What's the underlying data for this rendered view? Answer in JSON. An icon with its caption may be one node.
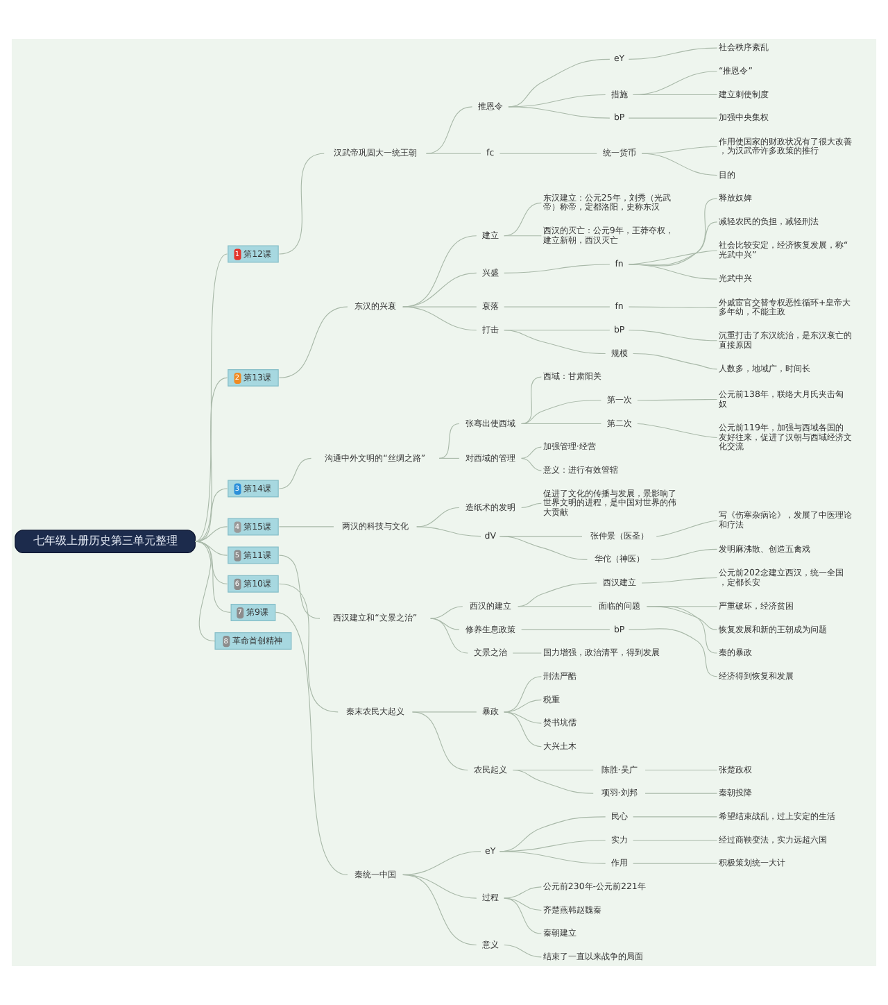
{
  "diagram": {
    "nodes": [
      {
        "text": [
          "七年级上册历史第三单元整理"
        ]
      },
      {
        "text": [
          "1",
          "第12课"
        ]
      },
      {
        "text": [
          "汉武帝巩固大一统王朝"
        ]
      },
      {
        "text": [
          "推恩令"
        ]
      },
      {
        "text": [
          "eY"
        ]
      },
      {
        "text": [
          "社会秩序紊乱"
        ]
      },
      {
        "text": [
          "措施"
        ]
      },
      {
        "text": [
          "“推恩令”"
        ]
      },
      {
        "text": [
          "建立刺使制度"
        ]
      },
      {
        "text": [
          "bP"
        ]
      },
      {
        "text": [
          "加强中央集权"
        ]
      },
      {
        "text": [
          "fc"
        ]
      },
      {
        "text": [
          "统一货币"
        ]
      },
      {
        "text": [
          "作用使国家的财政状况有了很大改善，为汉武帝许多政策的推行"
        ]
      },
      {
        "text": [
          "目的"
        ]
      },
      {
        "text": [
          "2",
          "第13课"
        ]
      },
      {
        "text": [
          "东汉的兴衰"
        ]
      },
      {
        "text": [
          "建立"
        ]
      },
      {
        "text": [
          "东汉建立：公元25年，刘秀（光武帝）称帝，定都洛阳，史称东汉"
        ]
      },
      {
        "text": [
          "西汉的灭亡：公元9年，王莽夺权，建立新朝，西汉灭亡"
        ]
      },
      {
        "text": [
          "兴盛"
        ]
      },
      {
        "text": [
          "fn"
        ]
      },
      {
        "text": [
          "释放奴婢"
        ]
      },
      {
        "text": [
          "减轻农民的负担，减轻刑法"
        ]
      },
      {
        "text": [
          "社会比较安定，经济恢复发展，称“光武中兴”"
        ]
      },
      {
        "text": [
          "光武中兴"
        ]
      },
      {
        "text": [
          "衰落"
        ]
      },
      {
        "text": [
          "fn"
        ]
      },
      {
        "text": [
          "外戚宦官交替专权恶性循环+皇帝大多年幼，不能主政"
        ]
      },
      {
        "text": [
          "打击"
        ]
      },
      {
        "text": [
          "bP"
        ]
      },
      {
        "text": [
          "沉重打击了东汉统治，是东汉衰亡的直接原因"
        ]
      },
      {
        "text": [
          "规模"
        ]
      },
      {
        "text": [
          "人数多，地域广，时间长"
        ]
      },
      {
        "text": [
          "3",
          "第14课"
        ]
      },
      {
        "text": [
          "沟通中外文明的“丝绸之路”"
        ]
      },
      {
        "text": [
          "张骞出使西域"
        ]
      },
      {
        "text": [
          "西域：甘肃阳关"
        ]
      },
      {
        "text": [
          "第一次"
        ]
      },
      {
        "text": [
          "公元前138年，联络大月氏夹击匈奴"
        ]
      },
      {
        "text": [
          "第二次"
        ]
      },
      {
        "text": [
          "公元前119年，加强与西域各国的友好往来，促进了汉朝与西域经济文化交流"
        ]
      },
      {
        "text": [
          "对西域的管理"
        ]
      },
      {
        "text": [
          "加强管理·经营"
        ]
      },
      {
        "text": [
          "意义：进行有效管辖"
        ]
      },
      {
        "text": [
          "4",
          "第15课"
        ]
      },
      {
        "text": [
          "两汉的科技与文化"
        ]
      },
      {
        "text": [
          "造纸术的发明"
        ]
      },
      {
        "text": [
          "促进了文化的传播与发展，景影响了世界文明的进程，是中国对世界的伟大贡献"
        ]
      },
      {
        "text": [
          "dV"
        ]
      },
      {
        "text": [
          "张仲景（医圣）"
        ]
      },
      {
        "text": [
          "写《伤寒杂病论》，发展了中医理论和疗法"
        ]
      },
      {
        "text": [
          "华佗（神医）"
        ]
      },
      {
        "text": [
          "发明麻沸散、创造五禽戏"
        ]
      },
      {
        "text": [
          "5",
          "第11课"
        ]
      },
      {
        "text": [
          "西汉建立和“文景之治”"
        ]
      },
      {
        "text": [
          "西汉的建立"
        ]
      },
      {
        "text": [
          "西汉建立"
        ]
      },
      {
        "text": [
          "公元前202念建立西汉，统一全国，定都长安"
        ]
      },
      {
        "text": [
          "面临的问题"
        ]
      },
      {
        "text": [
          "严重破坏，经济贫困"
        ]
      },
      {
        "text": [
          "恢复发展和新的王朝成为问题"
        ]
      },
      {
        "text": [
          "秦的暴政"
        ]
      },
      {
        "text": [
          "修养生息政策"
        ]
      },
      {
        "text": [
          "bP"
        ]
      },
      {
        "text": [
          "经济得到恢复和发展"
        ]
      },
      {
        "text": [
          "文景之治"
        ]
      },
      {
        "text": [
          "国力增强，政治清平，得到发展"
        ]
      },
      {
        "text": [
          "6",
          "第10课"
        ]
      },
      {
        "text": [
          "秦末农民大起义"
        ]
      },
      {
        "text": [
          "暴政"
        ]
      },
      {
        "text": [
          "刑法严酷"
        ]
      },
      {
        "text": [
          "税重"
        ]
      },
      {
        "text": [
          "焚书坑儒"
        ]
      },
      {
        "text": [
          "大兴土木"
        ]
      },
      {
        "text": [
          "农民起义"
        ]
      },
      {
        "text": [
          "陈胜·吴广"
        ]
      },
      {
        "text": [
          "张楚政权"
        ]
      },
      {
        "text": [
          "项羽·刘邦"
        ]
      },
      {
        "text": [
          "秦朝投降"
        ]
      },
      {
        "text": [
          "7",
          "第9课"
        ]
      },
      {
        "text": [
          "秦统一中国"
        ]
      },
      {
        "text": [
          "eY"
        ]
      },
      {
        "text": [
          "民心"
        ]
      },
      {
        "text": [
          "希望结束战乱，过上安定的生活"
        ]
      },
      {
        "text": [
          "实力"
        ]
      },
      {
        "text": [
          "经过商鞅变法，实力远超六国"
        ]
      },
      {
        "text": [
          "作用"
        ]
      },
      {
        "text": [
          "积极策划统一大计"
        ]
      },
      {
        "text": [
          "过程"
        ]
      },
      {
        "text": [
          "公元前230年-公元前221年"
        ]
      },
      {
        "text": [
          "齐楚燕韩赵魏秦"
        ]
      },
      {
        "text": [
          "秦朝建立"
        ]
      },
      {
        "text": [
          "意义"
        ]
      },
      {
        "text": [
          "结束了一直以来战争的局面"
        ]
      },
      {
        "text": [
          "8",
          "革命首创精神"
        ]
      }
    ],
    "edges": [
      {
        "from": 0,
        "to": 1,
        "arrow": "none"
      },
      {
        "from": 1,
        "to": 2,
        "arrow": "none"
      },
      {
        "from": 2,
        "to": 3,
        "arrow": "none"
      },
      {
        "from": 3,
        "to": 4,
        "arrow": "none"
      },
      {
        "from": 4,
        "to": 5,
        "arrow": "none"
      },
      {
        "from": 3,
        "to": 6,
        "arrow": "none"
      },
      {
        "from": 6,
        "to": 7,
        "arrow": "none"
      },
      {
        "from": 6,
        "to": 8,
        "arrow": "none"
      },
      {
        "from": 3,
        "to": 9,
        "arrow": "none"
      },
      {
        "from": 9,
        "to": 10,
        "arrow": "none"
      },
      {
        "from": 2,
        "to": 11,
        "arrow": "none"
      },
      {
        "from": 11,
        "to": 12,
        "arrow": "none"
      },
      {
        "from": 12,
        "to": 13,
        "arrow": "none"
      },
      {
        "from": 12,
        "to": 14,
        "arrow": "none"
      },
      {
        "from": 0,
        "to": 15,
        "arrow": "none"
      },
      {
        "from": 15,
        "to": 16,
        "arrow": "none"
      },
      {
        "from": 16,
        "to": 17,
        "arrow": "none"
      },
      {
        "from": 17,
        "to": 18,
        "arrow": "none"
      },
      {
        "from": 17,
        "to": 19,
        "arrow": "none"
      },
      {
        "from": 16,
        "to": 20,
        "arrow": "none"
      },
      {
        "from": 20,
        "to": 21,
        "arrow": "none"
      },
      {
        "from": 21,
        "to": 22,
        "arrow": "none"
      },
      {
        "from": 21,
        "to": 23,
        "arrow": "none"
      },
      {
        "from": 21,
        "to": 24,
        "arrow": "none"
      },
      {
        "from": 21,
        "to": 25,
        "arrow": "none"
      },
      {
        "from": 16,
        "to": 26,
        "arrow": "none"
      },
      {
        "from": 26,
        "to": 27,
        "arrow": "none"
      },
      {
        "from": 27,
        "to": 28,
        "arrow": "none"
      },
      {
        "from": 16,
        "to": 29,
        "arrow": "none"
      },
      {
        "from": 29,
        "to": 30,
        "arrow": "none"
      },
      {
        "from": 30,
        "to": 31,
        "arrow": "none"
      },
      {
        "from": 29,
        "to": 32,
        "arrow": "none"
      },
      {
        "from": 32,
        "to": 33,
        "arrow": "none"
      },
      {
        "from": 0,
        "to": 34,
        "arrow": "none"
      },
      {
        "from": 34,
        "to": 35,
        "arrow": "none"
      },
      {
        "from": 35,
        "to": 36,
        "arrow": "none"
      },
      {
        "from": 36,
        "to": 37,
        "arrow": "none"
      },
      {
        "from": 36,
        "to": 38,
        "arrow": "none"
      },
      {
        "from": 38,
        "to": 39,
        "arrow": "none"
      },
      {
        "from": 36,
        "to": 40,
        "arrow": "none"
      },
      {
        "from": 40,
        "to": 41,
        "arrow": "none"
      },
      {
        "from": 35,
        "to": 42,
        "arrow": "none"
      },
      {
        "from": 42,
        "to": 43,
        "arrow": "none"
      },
      {
        "from": 42,
        "to": 44,
        "arrow": "none"
      },
      {
        "from": 0,
        "to": 45,
        "arrow": "none"
      },
      {
        "from": 45,
        "to": 46,
        "arrow": "none"
      },
      {
        "from": 46,
        "to": 47,
        "arrow": "none"
      },
      {
        "from": 47,
        "to": 48,
        "arrow": "none"
      },
      {
        "from": 46,
        "to": 49,
        "arrow": "none"
      },
      {
        "from": 49,
        "to": 50,
        "arrow": "none"
      },
      {
        "from": 50,
        "to": 51,
        "arrow": "none"
      },
      {
        "from": 49,
        "to": 52,
        "arrow": "none"
      },
      {
        "from": 52,
        "to": 53,
        "arrow": "none"
      },
      {
        "from": 0,
        "to": 54,
        "arrow": "none"
      },
      {
        "from": 54,
        "to": 55,
        "arrow": "none"
      },
      {
        "from": 55,
        "to": 56,
        "arrow": "none"
      },
      {
        "from": 56,
        "to": 57,
        "arrow": "none"
      },
      {
        "from": 57,
        "to": 58,
        "arrow": "none"
      },
      {
        "from": 56,
        "to": 59,
        "arrow": "none"
      },
      {
        "from": 59,
        "to": 60,
        "arrow": "none"
      },
      {
        "from": 59,
        "to": 61,
        "arrow": "none"
      },
      {
        "from": 59,
        "to": 62,
        "arrow": "none"
      },
      {
        "from": 55,
        "to": 63,
        "arrow": "none"
      },
      {
        "from": 63,
        "to": 64,
        "arrow": "none"
      },
      {
        "from": 64,
        "to": 65,
        "arrow": "none"
      },
      {
        "from": 55,
        "to": 66,
        "arrow": "none"
      },
      {
        "from": 66,
        "to": 67,
        "arrow": "none"
      },
      {
        "from": 0,
        "to": 68,
        "arrow": "none"
      },
      {
        "from": 68,
        "to": 69,
        "arrow": "none"
      },
      {
        "from": 69,
        "to": 70,
        "arrow": "none"
      },
      {
        "from": 70,
        "to": 71,
        "arrow": "none"
      },
      {
        "from": 70,
        "to": 72,
        "arrow": "none"
      },
      {
        "from": 70,
        "to": 73,
        "arrow": "none"
      },
      {
        "from": 70,
        "to": 74,
        "arrow": "none"
      },
      {
        "from": 69,
        "to": 75,
        "arrow": "none"
      },
      {
        "from": 75,
        "to": 76,
        "arrow": "none"
      },
      {
        "from": 76,
        "to": 77,
        "arrow": "none"
      },
      {
        "from": 75,
        "to": 78,
        "arrow": "none"
      },
      {
        "from": 78,
        "to": 79,
        "arrow": "none"
      },
      {
        "from": 0,
        "to": 80,
        "arrow": "none"
      },
      {
        "from": 80,
        "to": 81,
        "arrow": "none"
      },
      {
        "from": 81,
        "to": 82,
        "arrow": "none"
      },
      {
        "from": 82,
        "to": 83,
        "arrow": "none"
      },
      {
        "from": 83,
        "to": 84,
        "arrow": "none"
      },
      {
        "from": 82,
        "to": 85,
        "arrow": "none"
      },
      {
        "from": 85,
        "to": 86,
        "arrow": "none"
      },
      {
        "from": 82,
        "to": 87,
        "arrow": "none"
      },
      {
        "from": 87,
        "to": 88,
        "arrow": "none"
      },
      {
        "from": 81,
        "to": 89,
        "arrow": "none"
      },
      {
        "from": 89,
        "to": 90,
        "arrow": "none"
      },
      {
        "from": 89,
        "to": 91,
        "arrow": "none"
      },
      {
        "from": 89,
        "to": 92,
        "arrow": "none"
      },
      {
        "from": 81,
        "to": 93,
        "arrow": "none"
      },
      {
        "from": 93,
        "to": 94,
        "arrow": "none"
      },
      {
        "from": 0,
        "to": 95,
        "arrow": "none"
      }
    ]
  }
}
